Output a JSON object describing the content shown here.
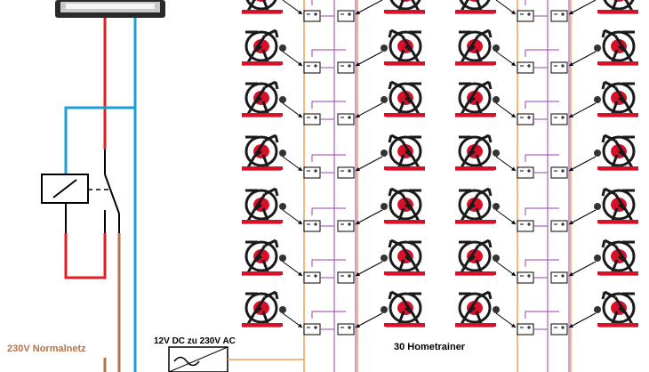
{
  "labels": {
    "normal_grid": "230V Normalnetz",
    "inverter": "12V DC zu 230V AC",
    "trainer_count": "30 Hometrainer"
  },
  "colors": {
    "phase_wire": "#e02020",
    "neutral_wire": "#1aa0d8",
    "grid_wire": "#b5734a",
    "dc_wire": "#f0a050",
    "battery_wire": "#9b3fb5",
    "bike_frame": "#1a1a1a",
    "bike_accent": "#d8102a"
  },
  "icons": {
    "lamp": "ceiling-lamp-icon",
    "relay": "relay-coil-icon",
    "inverter": "sine-wave-icon",
    "battery": "battery-icon",
    "bike": "exercise-bike-icon"
  }
}
